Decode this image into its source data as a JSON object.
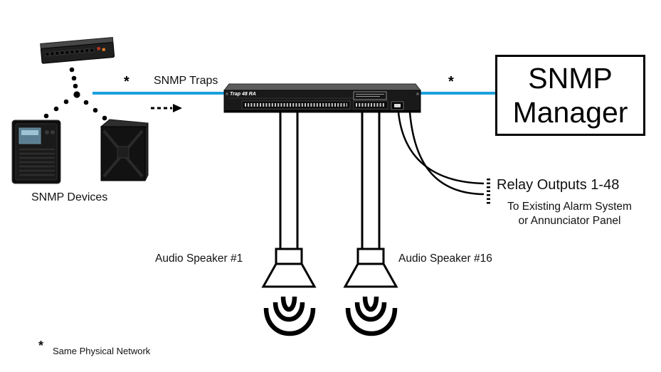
{
  "diagram_title": "SNMP Trap 48 RA network diagram",
  "labels": {
    "snmp_traps": "SNMP Traps",
    "snmp_devices": "SNMP Devices",
    "star_left": "*",
    "star_right": "*",
    "footnote_star": "*",
    "footnote": "Same Physical Network",
    "relay_outputs": "Relay Outputs 1-48",
    "relay_desc_line1": "To Existing Alarm System",
    "relay_desc_line2": "or Annunciator Panel",
    "audio_speaker_1": "Audio Speaker #1",
    "audio_speaker_16": "Audio Speaker #16",
    "rack_label": "Trap 48 RA"
  },
  "snmp_manager": {
    "line1": "SNMP",
    "line2": "Manager"
  },
  "colors": {
    "network_link": "#1ba0dd",
    "diagram_ink": "#000000",
    "device_body": "#191919"
  },
  "icons": {
    "switch": "network-switch-icon",
    "ups": "ups-tower-icon",
    "server": "server-tower-icon",
    "rack": "trap48-rack-unit-icon",
    "speaker": "horn-speaker-icon",
    "waves": "sound-waves-icon"
  }
}
